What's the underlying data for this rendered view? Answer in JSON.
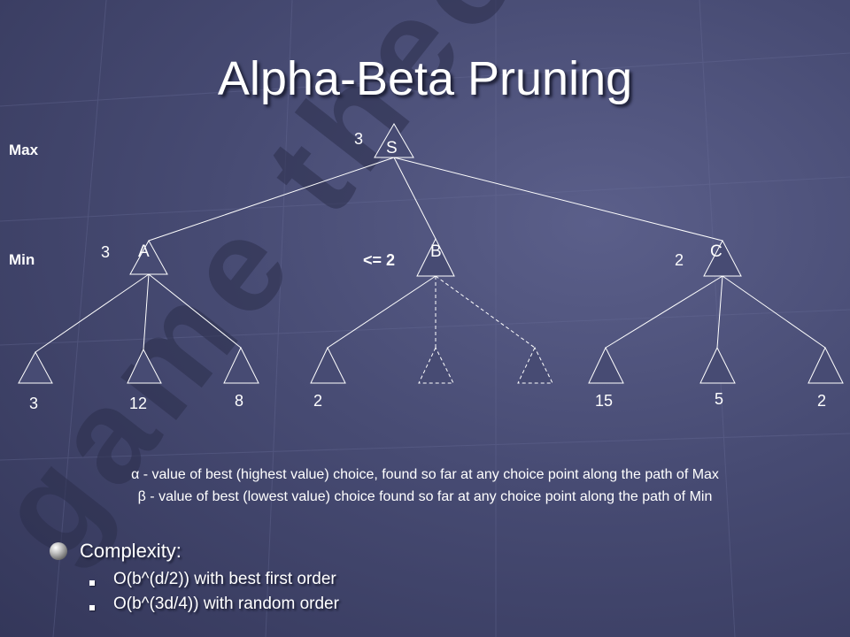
{
  "title": "Alpha-Beta Pruning",
  "watermark": "game theory",
  "levels": {
    "max": "Max",
    "min": "Min"
  },
  "nodes": {
    "root": {
      "label": "S",
      "value": "3"
    },
    "a": {
      "label": "A",
      "value": "3"
    },
    "b": {
      "label": "B",
      "value": "<= 2"
    },
    "c": {
      "label": "C",
      "value": "2"
    }
  },
  "leaves": [
    "3",
    "12",
    "8",
    "2",
    "15",
    "5",
    "2"
  ],
  "definitions": {
    "alpha": "α - value of best (highest value) choice, found so far at any choice point along the path of Max",
    "beta": "β - value of best (lowest value) choice found so far at any choice point along the path of Min"
  },
  "complexity": {
    "heading": "Complexity:",
    "items": [
      "O(b^(d/2)) with best first order",
      "O(b^(3d/4)) with random order"
    ]
  },
  "colors": {
    "background": "#474b73",
    "text": "#ffffff",
    "watermark": "#2c2f4c"
  }
}
